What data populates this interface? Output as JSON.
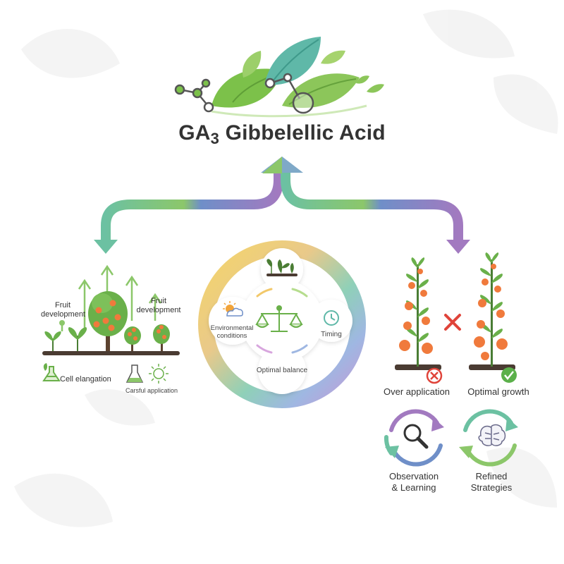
{
  "title": {
    "main": "GA",
    "sub": "3",
    "rest": " Gibbelellic Acid"
  },
  "left": {
    "fruit_dev_1": "Fruit\ndevelopment",
    "fruit_dev_2": "Fruit\ndevelopment",
    "cell_elongation": "Cell elangation",
    "careful_application": "Carsful application"
  },
  "center": {
    "environmental": "Environmental\nconditions",
    "timing": "Timing",
    "optimal_balance": "Optimal balance"
  },
  "right": {
    "over_application": "Over application",
    "optimal_growth": "Optimal growth",
    "observation": "Observation\n& Learning",
    "refined": "Refined\nStrategies"
  },
  "colors": {
    "leaf_green": "#7cc14a",
    "leaf_teal": "#5fb8a8",
    "arrow_green": "#8cc76a",
    "arrow_blue": "#6f8fc8",
    "arrow_purple": "#a27ac0",
    "fruit_orange": "#f07a3c",
    "cross_red": "#e0443a",
    "check_green": "#5bb04a"
  }
}
